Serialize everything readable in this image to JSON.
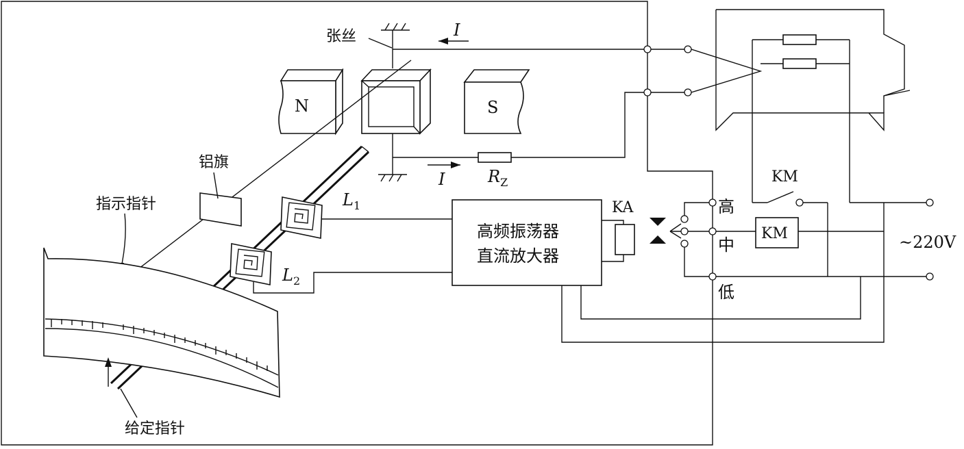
{
  "labels": {
    "suspension_wire": "张丝",
    "current_top": "I",
    "current_bottom": "I",
    "magnet_n": "N",
    "magnet_s": "S",
    "aluminum_flag": "铝旗",
    "indicator_pointer": "指示指针",
    "setpoint_pointer": "给定指针",
    "coil_l1": "L",
    "coil_l1_sub": "1",
    "coil_l2": "L",
    "coil_l2_sub": "2",
    "resistor_r": "R",
    "resistor_r_sub": "Z",
    "amp_line1": "高频振荡器",
    "amp_line2": "直流放大器",
    "relay_ka": "KA",
    "level_high": "高",
    "level_mid": "中",
    "level_low": "低",
    "contactor_coil": "KM",
    "contactor_contact": "KM",
    "supply": "~220V"
  },
  "colors": {
    "line": "#111111",
    "background": "#ffffff"
  }
}
